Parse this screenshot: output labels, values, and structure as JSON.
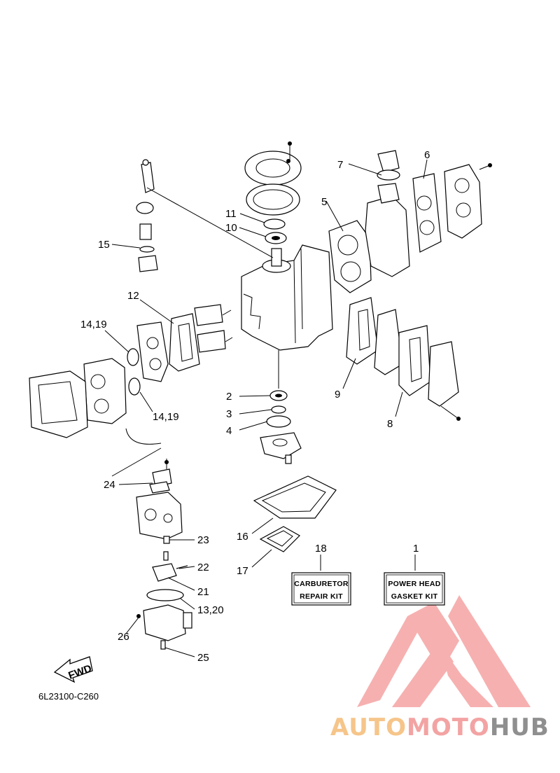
{
  "diagram_code": "6L23100-C260",
  "fwd_label": "FWD",
  "kits": {
    "carburetor": {
      "number": "18",
      "line1": "CARBURETOR",
      "line2": "REPAIR KIT"
    },
    "power_head": {
      "number": "1",
      "line1": "POWER HEAD",
      "line2": "GASKET KIT"
    }
  },
  "callouts": {
    "c2": "2",
    "c3": "3",
    "c4": "4",
    "c5": "5",
    "c6": "6",
    "c7": "7",
    "c8": "8",
    "c9": "9",
    "c10": "10",
    "c11": "11",
    "c12": "12",
    "c13_20": "13,20",
    "c14_19_upper": "14,19",
    "c14_19_lower": "14,19",
    "c15": "15",
    "c16": "16",
    "c17": "17",
    "c21": "21",
    "c22": "22",
    "c23": "23",
    "c24": "24",
    "c25": "25",
    "c26": "26"
  },
  "watermark": {
    "part1": "AUTO",
    "part2": "MOTO",
    "part3": "HUB",
    "colors": [
      "#f6c58a",
      "#f3a3a3",
      "#8f8f8f"
    ]
  }
}
